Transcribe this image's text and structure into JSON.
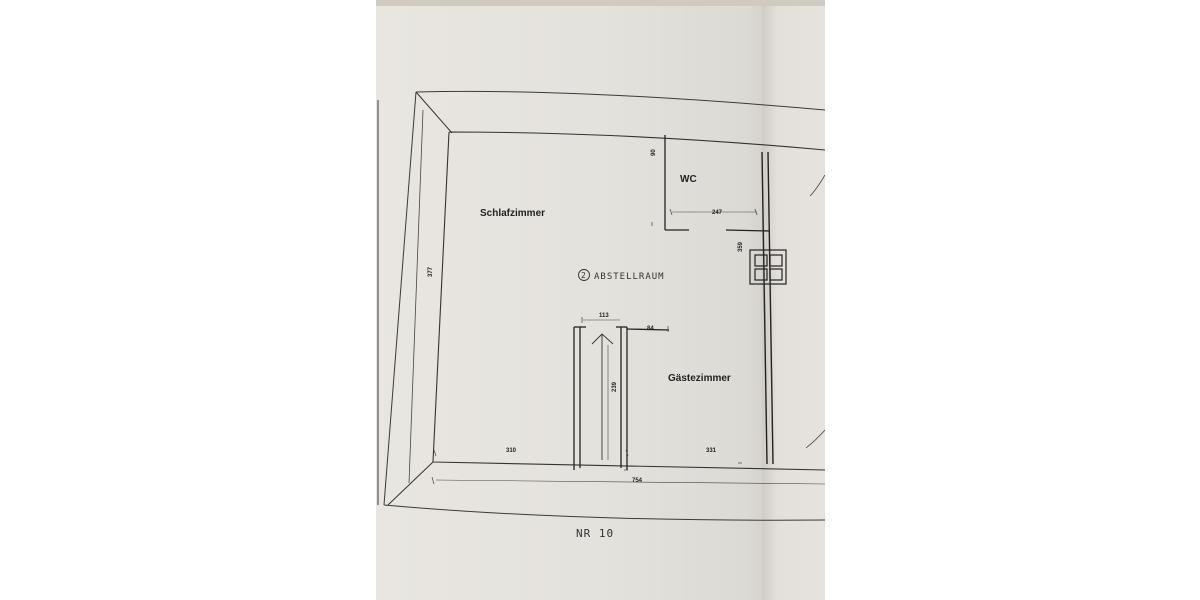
{
  "rooms": {
    "schlafzimmer": "Schlafzimmer",
    "wc": "WC",
    "abstellraum_number": "2",
    "abstellraum": "ABSTELLRAUM",
    "gaestezimmer": "Gästezimmer"
  },
  "dimensions": {
    "wc_top": "90",
    "wc_width": "247",
    "wc_height": "359",
    "left_height": "377",
    "corridor_width": "113",
    "door_offset": "84",
    "corridor_length": "239",
    "bottom_left": "310",
    "bottom_right": "331",
    "total_width": "754"
  },
  "footer": {
    "plan_number": "NR 10"
  }
}
